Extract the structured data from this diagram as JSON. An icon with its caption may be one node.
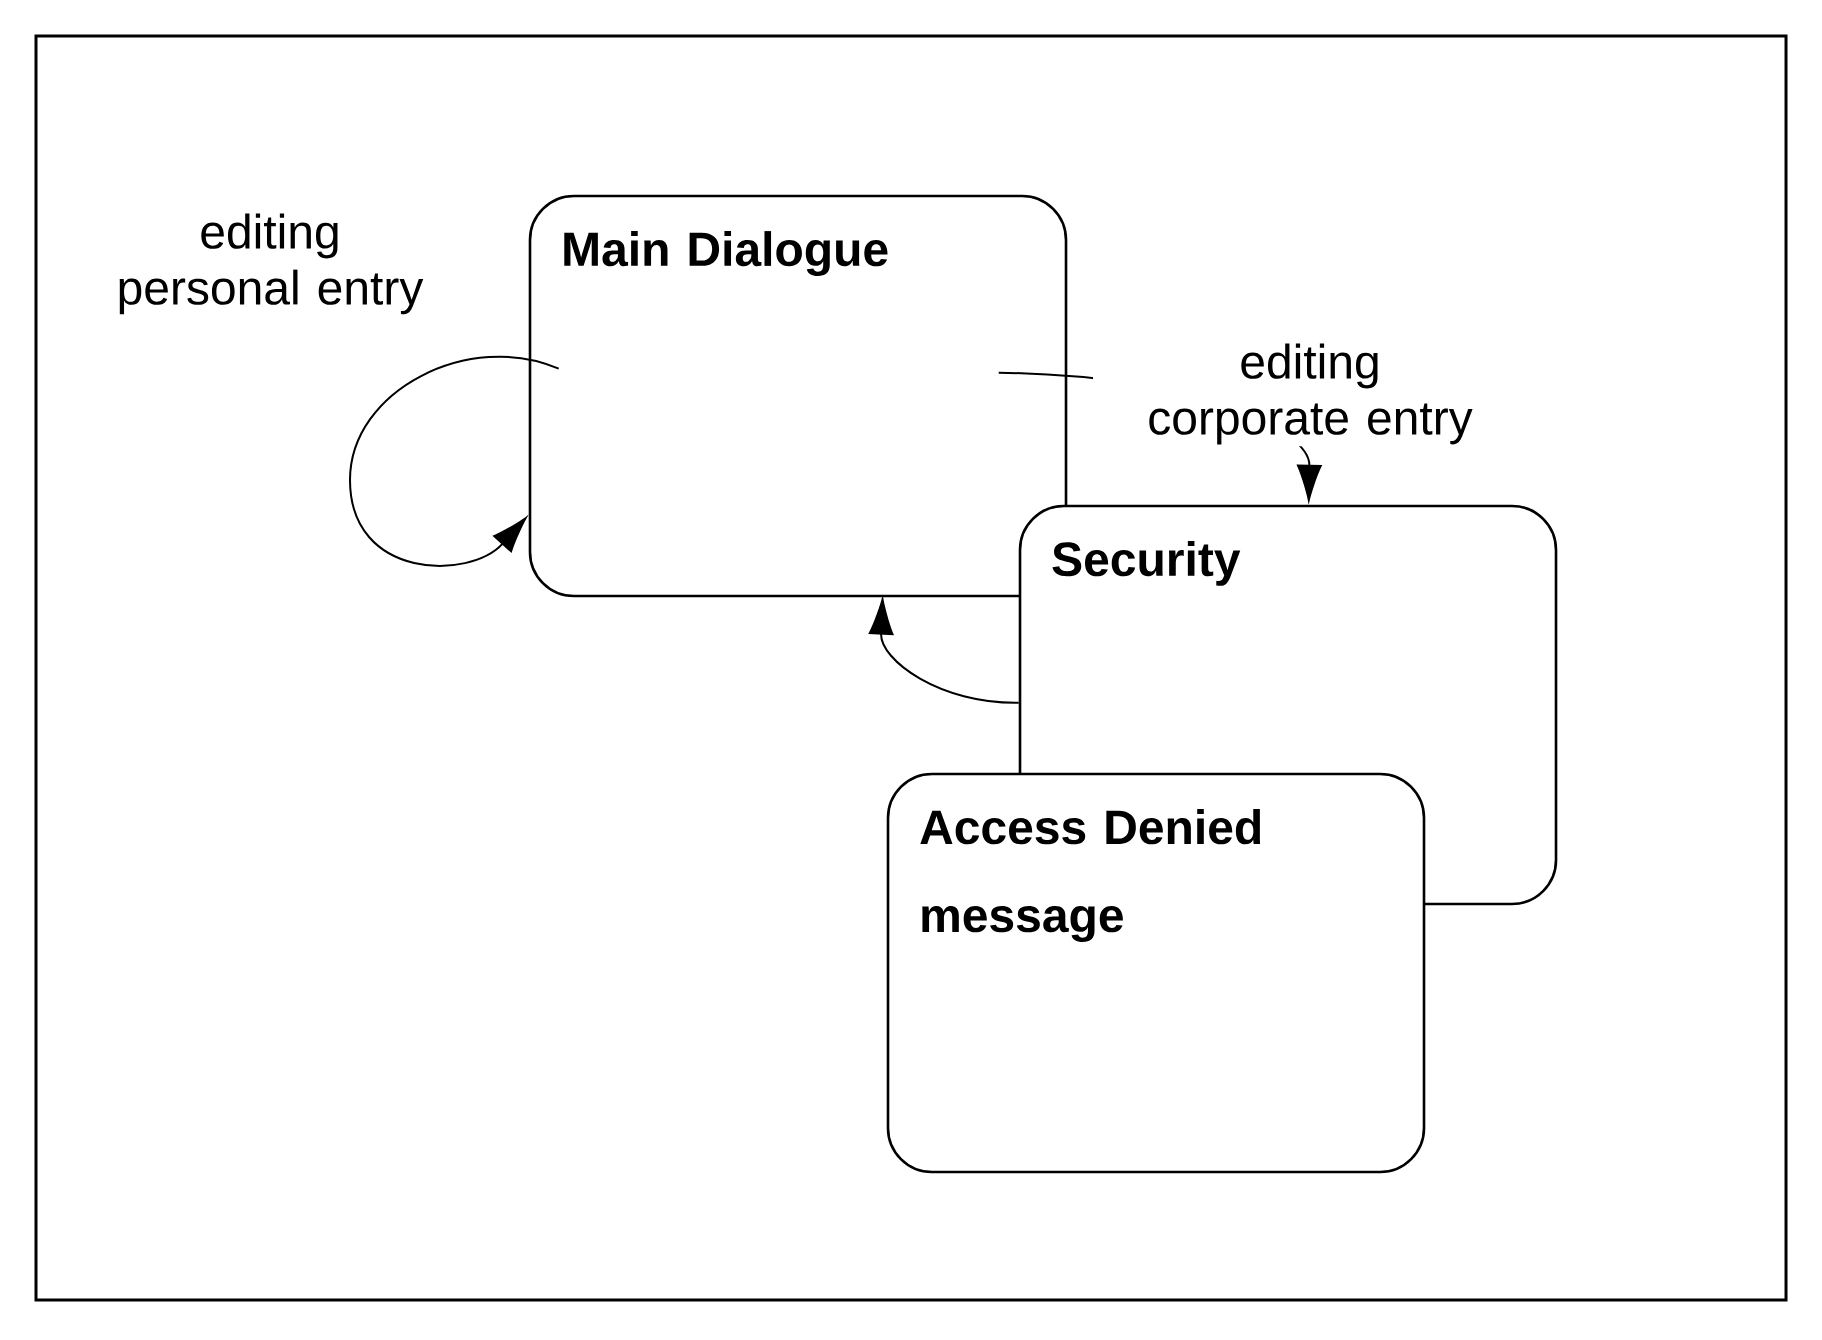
{
  "diagram": {
    "nodes": [
      {
        "text": [
          "Main Dialogue"
        ]
      },
      {
        "text": [
          "Security"
        ]
      },
      {
        "text": [
          "Access Denied message"
        ]
      }
    ],
    "edges": [
      {
        "from": 0,
        "to": 0,
        "arrow": "to",
        "label": "editing personal entry"
      },
      {
        "from": 0,
        "to": 1,
        "arrow": "to",
        "label": "editing corporate entry"
      },
      {
        "from": 1,
        "to": 0,
        "arrow": "to"
      }
    ]
  }
}
